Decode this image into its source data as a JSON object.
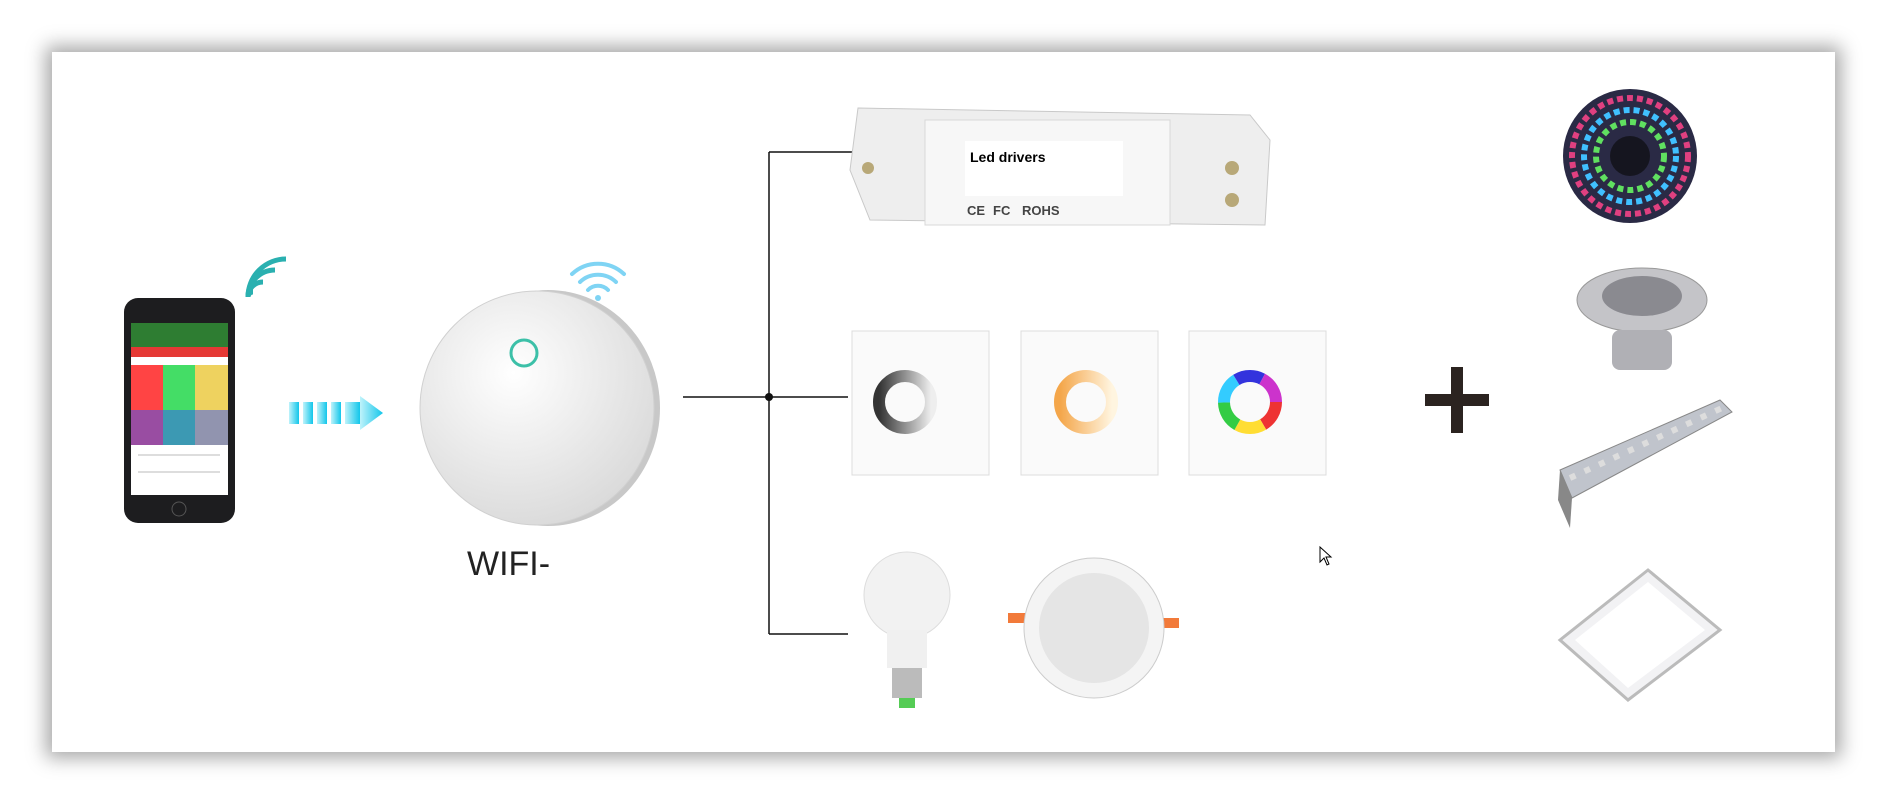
{
  "hub": {
    "label": "WIFI-"
  },
  "driver": {
    "label": "Led drivers",
    "marks": [
      "CE",
      "FC",
      "ROHS"
    ]
  },
  "colors": {
    "accent_cyan": "#1fc8e6",
    "wifi_teal": "#2ab0b0",
    "plus": "#2b2320"
  }
}
